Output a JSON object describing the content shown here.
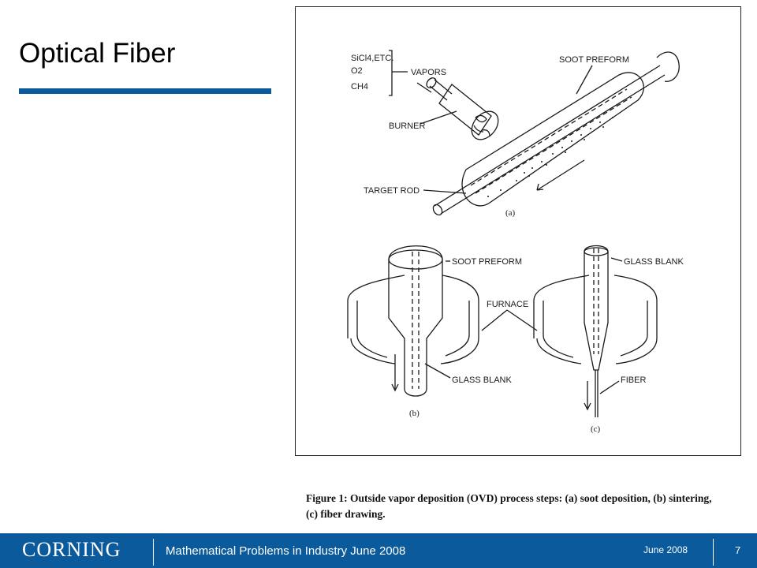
{
  "slide": {
    "title": "Optical Fiber"
  },
  "figure": {
    "labels": {
      "sicl4": "SiCl4,ETC.",
      "o2": "O2",
      "ch4": "CH4",
      "vapors": "VAPORS",
      "burner": "BURNER",
      "soot_preform_a": "SOOT PREFORM",
      "target_rod": "TARGET ROD",
      "panel_a": "(a)",
      "soot_preform_b": "SOOT PREFORM",
      "furnace": "FURNACE",
      "glass_blank_b": "GLASS BLANK",
      "panel_b": "(b)",
      "glass_blank_c": "GLASS BLANK",
      "fiber": "FIBER",
      "panel_c": "(c)"
    },
    "caption": "Figure 1: Outside vapor deposition (OVD) process steps: (a) soot deposition, (b) sintering, (c) fiber drawing."
  },
  "footer": {
    "logo": "CORNING",
    "title": "Mathematical Problems in Industry June 2008",
    "date": "June  2008",
    "page": "7"
  },
  "colors": {
    "brand_blue": "#0a5a9c",
    "text": "#000000"
  }
}
